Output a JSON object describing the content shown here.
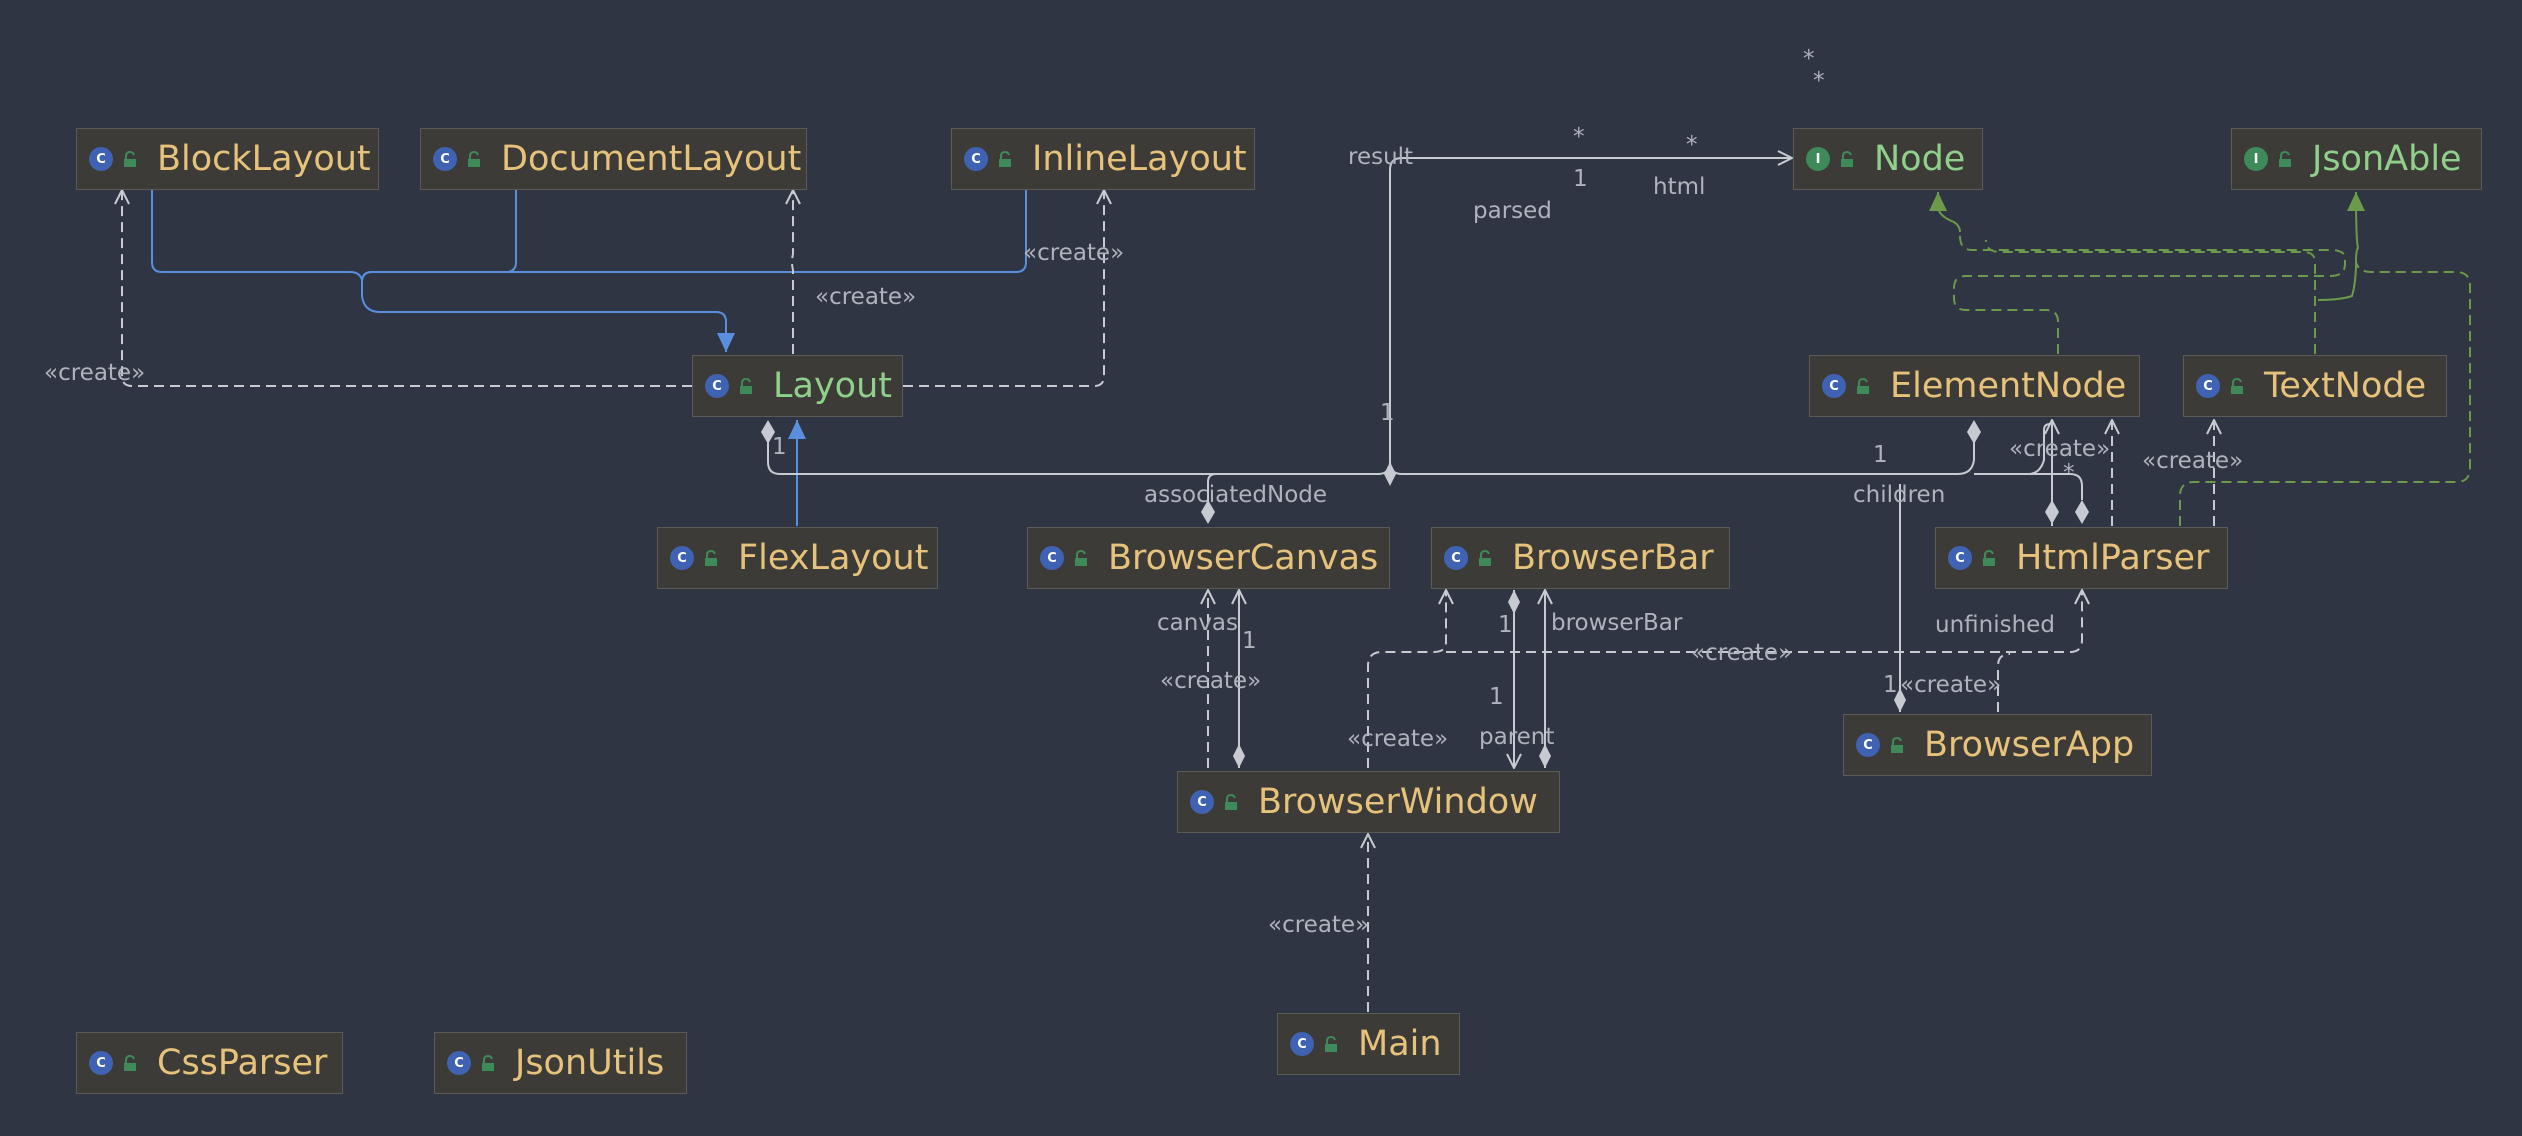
{
  "nodes": {
    "block_layout": "BlockLayout",
    "document_layout": "DocumentLayout",
    "inline_layout": "InlineLayout",
    "node": "Node",
    "json_able": "JsonAble",
    "layout": "Layout",
    "element_node": "ElementNode",
    "text_node": "TextNode",
    "flex_layout": "FlexLayout",
    "browser_canvas": "BrowserCanvas",
    "browser_bar": "BrowserBar",
    "html_parser": "HtmlParser",
    "browser_app": "BrowserApp",
    "browser_window": "BrowserWindow",
    "main": "Main",
    "css_parser": "CssParser",
    "json_utils": "JsonUtils"
  },
  "badges": {
    "class": "C",
    "interface": "I"
  },
  "labels": {
    "star_a": "*",
    "star_b": "*",
    "result": "result",
    "parsed_star": "*",
    "parsed_one": "1",
    "parsed": "parsed",
    "html_star": "*",
    "html": "html",
    "create_document": "«create»",
    "create_inline": "«create»",
    "create_block": "«create»",
    "layout_one": "1",
    "associated_one": "1",
    "associated_node": "associatedNode",
    "children_one": "1",
    "children": "children",
    "create_element": "«create»",
    "children_star": "*",
    "create_text": "«create»",
    "canvas": "canvas",
    "canvas_one": "1",
    "create_canvas": "«create»",
    "bar_one": "1",
    "browser_bar": "browserBar",
    "create_parser": "«create»",
    "unfinished": "unfinished",
    "unfinished_one": "1",
    "create_app": "«create»",
    "create_bar": "«create»",
    "parent_one": "1",
    "parent": "parent",
    "create_window": "«create»"
  },
  "colors": {
    "background": "#2f3542",
    "box_fill": "#3c3b37",
    "box_border": "#5b5a55",
    "class_name": "#e7c27a",
    "interface_name": "#8fd08a",
    "class_badge": "#3f63b2",
    "interface_badge": "#3e8a59",
    "inheritance": "#5a8fe0",
    "realization": "#6a9a4a",
    "dependency": "#c7cad1"
  }
}
